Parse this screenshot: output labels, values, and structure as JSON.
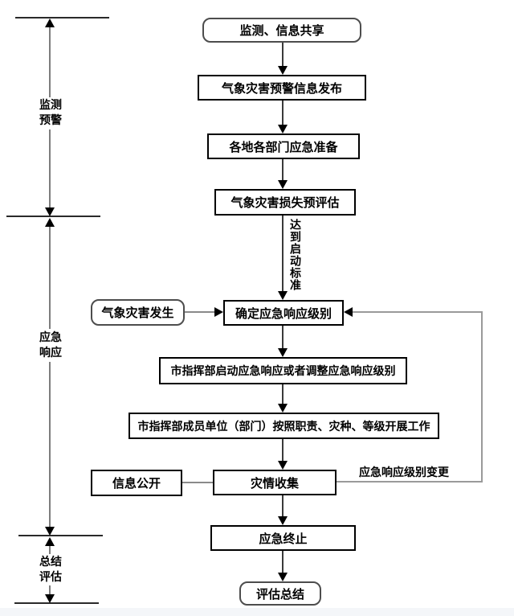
{
  "phases": {
    "monitoring": {
      "line1": "监测",
      "line2": "预警"
    },
    "response": {
      "line1": "应急",
      "line2": "响应"
    },
    "evaluation": {
      "line1": "总结",
      "line2": "评估"
    }
  },
  "nodes": {
    "monitor_share": {
      "label": "监测、信息共享",
      "shape": "rounded"
    },
    "warning_release": {
      "label": "气象灾害预警信息发布",
      "shape": "rect"
    },
    "emergency_prep": {
      "label": "各地各部门应急准备",
      "shape": "rect"
    },
    "loss_assessment": {
      "label": "气象灾害损失预评估",
      "shape": "rect"
    },
    "disaster_occurs": {
      "label": "气象灾害发生",
      "shape": "rounded"
    },
    "determine_level": {
      "label": "确定应急响应级别",
      "shape": "rect"
    },
    "start_response": {
      "label": "市指挥部启动应急响应或者调整应急响应级别",
      "shape": "rect"
    },
    "members_work": {
      "label": "市指挥部成员单位（部门）按照职责、灾种、等级开展工作",
      "shape": "rect"
    },
    "info_disclosure": {
      "label": "信息公开",
      "shape": "rect"
    },
    "disaster_collection": {
      "label": "灾情收集",
      "shape": "rect"
    },
    "response_end": {
      "label": "应急终止",
      "shape": "rect"
    },
    "evaluation_summary": {
      "label": "评估总结",
      "shape": "rounded"
    }
  },
  "edge_labels": {
    "reach_threshold": "达到启动标准",
    "level_change": "应急响应级别变更"
  },
  "colors": {
    "box_border": "#000000",
    "rounded_border": "#4d4d4d",
    "connector": "#3a3a3a",
    "rail_line": "#7d7d7d",
    "loop_line": "#9a9a9a",
    "arrowhead": "#000000",
    "background": "#ffffff"
  }
}
